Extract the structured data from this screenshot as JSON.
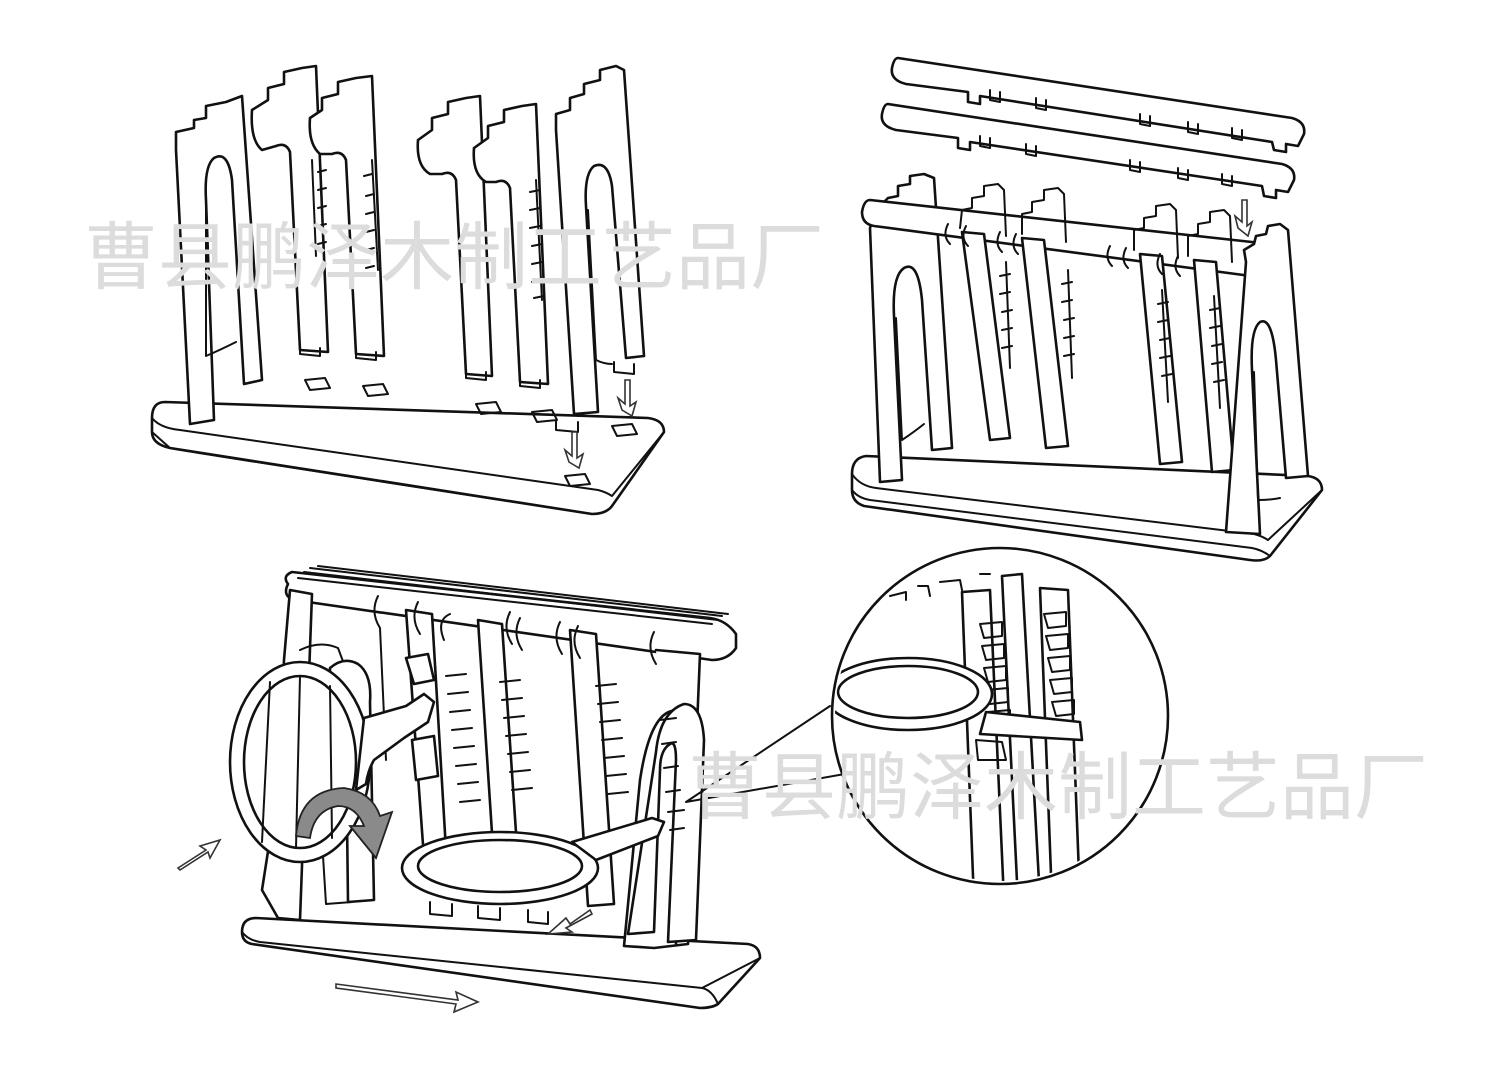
{
  "watermark": {
    "text_top": "曹县鹏泽木制工艺品厂",
    "text_bottom": "曹县鹏泽木制工艺品厂"
  },
  "colors": {
    "line": "#111111",
    "watermark": "#dcdcdc",
    "background": "#ffffff",
    "rotate_arrow": "#8a8a8a"
  },
  "panels": [
    {
      "id": "step-1",
      "content": "base with uprights and hook slats being inserted into slots"
    },
    {
      "id": "step-2",
      "content": "two notched top rails being lowered onto assembled uprights"
    },
    {
      "id": "step-3",
      "content": "finished rack with ring holders and rotation arrow"
    },
    {
      "id": "detail",
      "content": "circular zoom of ring holder engaging notched slat"
    }
  ]
}
